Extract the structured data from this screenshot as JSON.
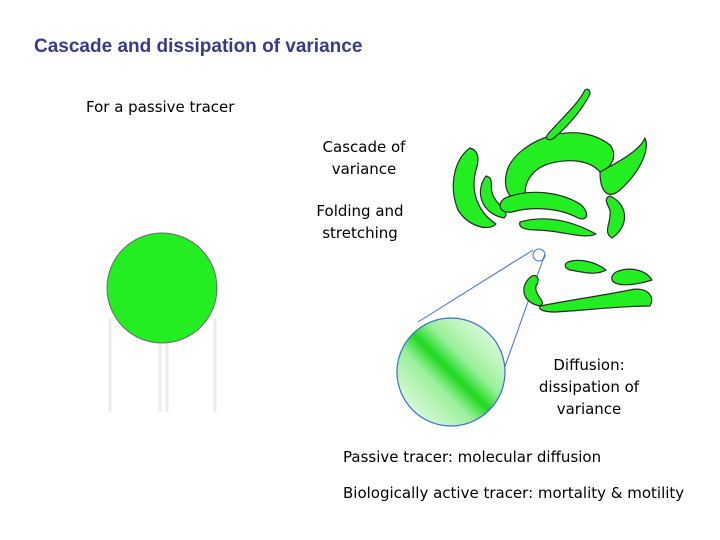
{
  "title": "Cascade and dissipation of variance",
  "subtitle": "For a passive tracer",
  "labels": {
    "cascade_l1": "Cascade of",
    "cascade_l2": "variance",
    "folding_l1": "Folding and",
    "folding_l2": "stretching",
    "diffusion_l1": "Diffusion:",
    "diffusion_l2": "dissipation of",
    "diffusion_l3": "variance"
  },
  "notes": {
    "passive": "Passive tracer: molecular diffusion",
    "bio": "Biologically active tracer: mortality & motility"
  },
  "colors": {
    "title": "#3a3a8c",
    "tracer_green": "#22ee22",
    "zoom_line": "#3a6fd8"
  }
}
